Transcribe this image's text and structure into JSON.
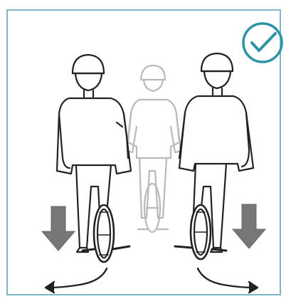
{
  "illustration": {
    "border_color": "#7fb8c4",
    "check_color": "#2f93a6",
    "line_color": "#222222",
    "ghost_color": "#b9b9b9",
    "arrow_color": "#777777",
    "icons": {
      "status": "check-circle-icon",
      "push_down": "arrow-down-icon",
      "swing": "curved-arrow-icon"
    },
    "figures": [
      "rider-left",
      "rider-center-ghost",
      "rider-right"
    ]
  }
}
